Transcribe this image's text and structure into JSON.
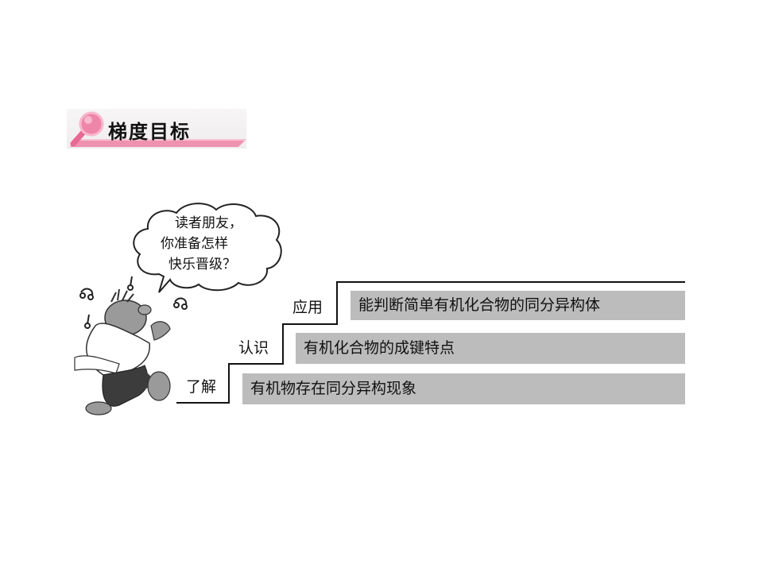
{
  "header": {
    "title": "梯度目标",
    "icon": "magnifier-icon",
    "accent_color": "#e8749a"
  },
  "speech_bubble": {
    "lines": [
      "读者朋友，",
      "你准备怎样",
      "快乐晋级？"
    ]
  },
  "illustration": {
    "subject": "running-cartoon-boy-with-music-notes"
  },
  "levels": [
    {
      "label": "了解",
      "goal": "有机物存在同分异构现象"
    },
    {
      "label": "认识",
      "goal": "有机化合物的成键特点"
    },
    {
      "label": "应用",
      "goal": "能判断简单有机化合物的同分异构体"
    }
  ],
  "colors": {
    "goal_box": "#bcbcbc",
    "stair_line": "#111111"
  }
}
